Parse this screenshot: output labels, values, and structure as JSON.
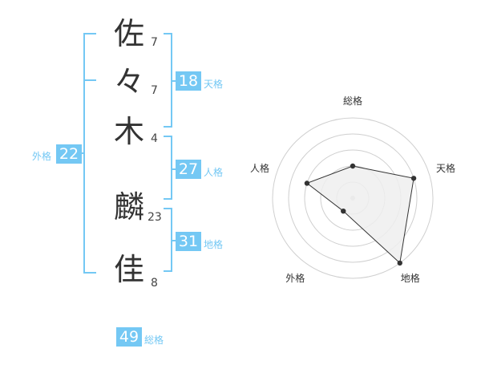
{
  "name": {
    "chars": [
      {
        "char": "佐",
        "strokes": "7"
      },
      {
        "char": "々",
        "strokes": "7"
      },
      {
        "char": "木",
        "strokes": "4"
      },
      {
        "char": "麟",
        "strokes": "23"
      },
      {
        "char": "佳",
        "strokes": "8"
      }
    ]
  },
  "fortune": {
    "gaikaku": {
      "value": "22",
      "label": "外格"
    },
    "tenkaku": {
      "value": "18",
      "label": "天格"
    },
    "jinkaku": {
      "value": "27",
      "label": "人格"
    },
    "chikaku": {
      "value": "31",
      "label": "地格"
    },
    "soukaku": {
      "value": "49",
      "label": "総格"
    }
  },
  "colors": {
    "accent": "#74c8f4",
    "bracket": "#74c8f4",
    "radar_fill": "#efefef"
  },
  "chart_data": {
    "type": "radar",
    "axes": [
      "総格",
      "天格",
      "地格",
      "外格",
      "人格"
    ],
    "max": 5,
    "values": [
      2,
      4,
      5,
      1,
      3
    ]
  }
}
